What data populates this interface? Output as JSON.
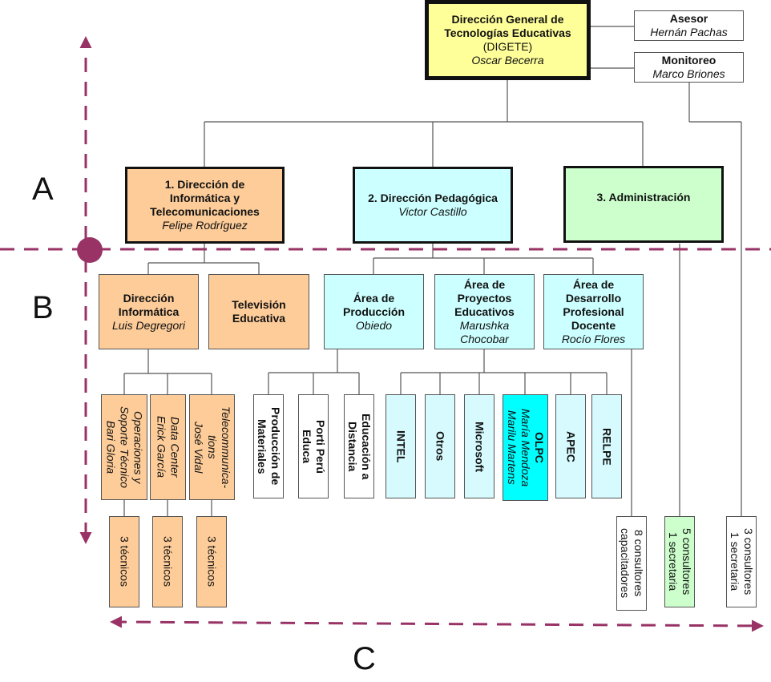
{
  "colors": {
    "axis": "#993366",
    "orange": "#fdcc99",
    "cyan": "#ccffff",
    "olpc": "#00ffff",
    "green": "#ccffcc",
    "yellow": "#ffff99"
  },
  "zones": {
    "a": "A",
    "b": "B",
    "c": "C"
  },
  "root": {
    "title_line1": "Dirección General de",
    "title_line2": "Tecnologías Educativas",
    "acronym": "(DIGETE)",
    "person": "Oscar Becerra"
  },
  "staff": [
    {
      "title": "Asesor",
      "person": "Hernán Pachas"
    },
    {
      "title": "Monitoreo",
      "person": "Marco Briones"
    }
  ],
  "directorates": [
    {
      "title_lines": [
        "1. Dirección de",
        "Informática y",
        "Telecomunicaciones"
      ],
      "person": "Felipe Rodríguez"
    },
    {
      "title_lines": [
        "2. Dirección Pedagógica"
      ],
      "person": "Victor Castillo"
    },
    {
      "title_lines": [
        "3. Administración"
      ],
      "person": ""
    }
  ],
  "areas": [
    {
      "title_lines": [
        "Dirección",
        "Informática"
      ],
      "person": "Luis Degregori"
    },
    {
      "title_lines": [
        "Televisión",
        "Educativa"
      ],
      "person": ""
    },
    {
      "title_lines": [
        "Área de",
        "Producción"
      ],
      "person": "Obiedo"
    },
    {
      "title_lines": [
        "Área de",
        "Proyectos",
        "Educativos"
      ],
      "person_lines": [
        "Marushka",
        "Chocobar"
      ]
    },
    {
      "title_lines": [
        "Área de",
        "Desarrollo",
        "Profesional",
        "Docente"
      ],
      "person": "Rocío Flores"
    }
  ],
  "informatica_units": [
    {
      "lines": [
        "Operaciones y",
        "Soporte Técnico"
      ],
      "person": "Bari Gloria"
    },
    {
      "lines": [
        "Data Center"
      ],
      "person": "Erick García"
    },
    {
      "lines": [
        "Telecommunica-",
        "tions"
      ],
      "person": "José Vidal"
    }
  ],
  "tecnicos": [
    "3 técnicos",
    "3 técnicos",
    "3 técnicos"
  ],
  "produccion_units": [
    {
      "lines": [
        "Producción de",
        "Materiales"
      ]
    },
    {
      "lines": [
        "Porti Perú",
        "Educa"
      ]
    },
    {
      "lines": [
        "Educación a",
        "Distancia"
      ]
    }
  ],
  "proyectos_units": [
    {
      "lines": [
        "INTEL"
      ]
    },
    {
      "lines": [
        "Otros"
      ]
    },
    {
      "lines": [
        "Microsoft"
      ]
    },
    {
      "lines": [
        "OLPC"
      ],
      "person_lines": [
        "María Mendoza",
        "Marilu Martens"
      ]
    },
    {
      "lines": [
        "APEC"
      ]
    },
    {
      "lines": [
        "RELPE"
      ]
    }
  ],
  "consultores": [
    {
      "lines": [
        "8 consultores",
        "capacitadores"
      ]
    },
    {
      "lines": [
        "5 consultores",
        "1 secretaria"
      ]
    },
    {
      "lines": [
        "3 consultores",
        "1 secretaria"
      ]
    }
  ]
}
